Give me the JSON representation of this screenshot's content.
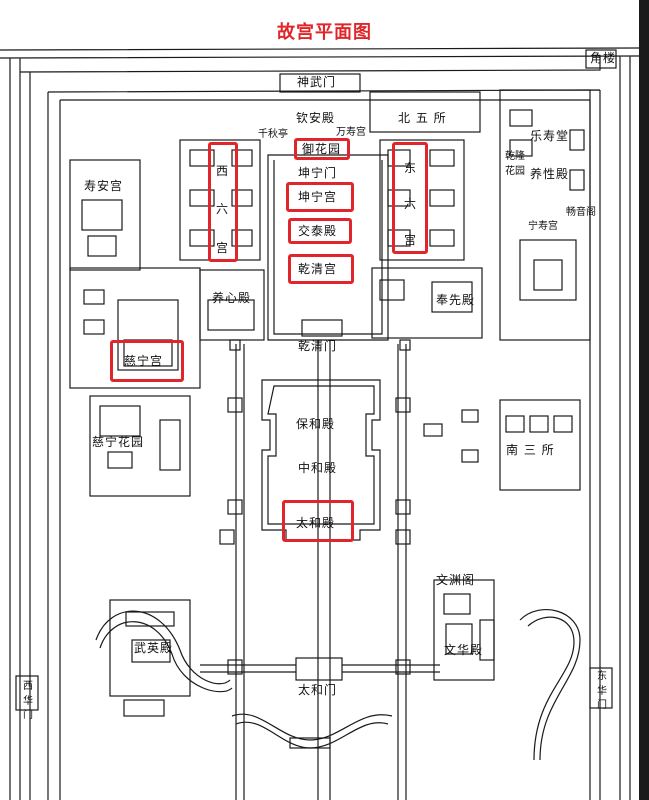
{
  "title": "故宫平面图",
  "colors": {
    "title": "#e0262b",
    "highlight": "#e0262b",
    "line": "#1a1a1a"
  },
  "labels": {
    "jiaolou": "角楼",
    "shenwumen": "神武门",
    "qinandian": "钦安殿",
    "qianqiuting": "千秋亭",
    "wanshougong": "万寿宫",
    "yuhuayuan": "御花园",
    "kunningmen": "坤宁门",
    "kunninggong": "坤宁宫",
    "jiaotaidian": "交泰殿",
    "qianqinggong": "乾清宫",
    "xiliugong": "西六宫",
    "dongliugong": "东六宫",
    "beiwusuo": "北 五 所",
    "shouangong": "寿安宫",
    "leshoutang": "乐寿堂",
    "yangxingdian": "养性殿",
    "qianlonghuayuan": "乾隆花园",
    "changyinge": "畅音阁",
    "ningshougong": "宁寿宫",
    "yangxindian": "养心殿",
    "fengxiandian": "奉先殿",
    "qianqingmen": "乾清门",
    "cininggong": "慈宁宫",
    "baohedian": "保和殿",
    "ciningyuan": "慈宁花园",
    "nansansuo": "南 三 所",
    "zhonghedian": "中和殿",
    "taihedian": "太和殿",
    "wenyuange": "文渊阁",
    "wuyingdian": "武英殿",
    "wenhuadian": "文华殿",
    "taihemen": "太和门",
    "xihuamen": "西华门",
    "donghuamen": "东华门"
  }
}
